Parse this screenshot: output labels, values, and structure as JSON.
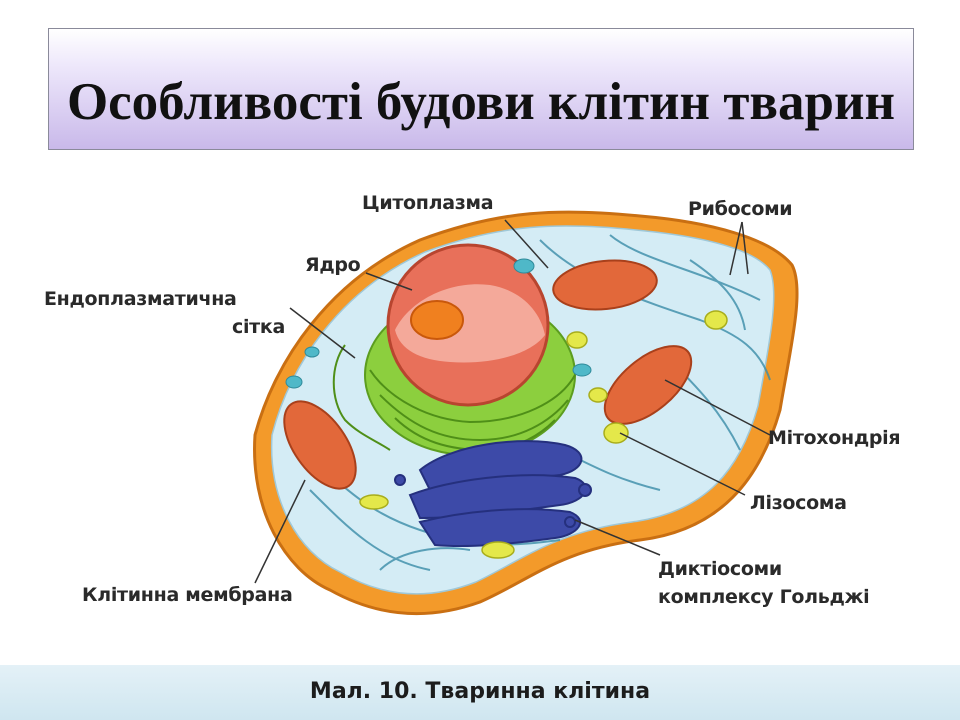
{
  "title": "Особливості будови клітин тварин",
  "labels": {
    "cytoplasm": "Цитоплазма",
    "ribosomes": "Рибосоми",
    "nucleus": "Ядро",
    "er_line1": "Ендоплазматична",
    "er_line2": "сітка",
    "mitochondria": "Мітохондрія",
    "lysosome": "Лізосома",
    "golgi_line1": "Диктіосоми",
    "golgi_line2": "комплексу Гольджі",
    "membrane": "Клітинна мембрана"
  },
  "caption": "Мал. 10. Тваринна клітина",
  "colors": {
    "membrane": "#f39a2a",
    "cytoplasm": "#d4ecf5",
    "nucleus": "#e8705a",
    "nucleolus": "#f0801f",
    "er": "#8ccf3e",
    "golgi": "#3d4aa8",
    "mitochondria": "#e2683a",
    "lysosome": "#e4e84a"
  }
}
